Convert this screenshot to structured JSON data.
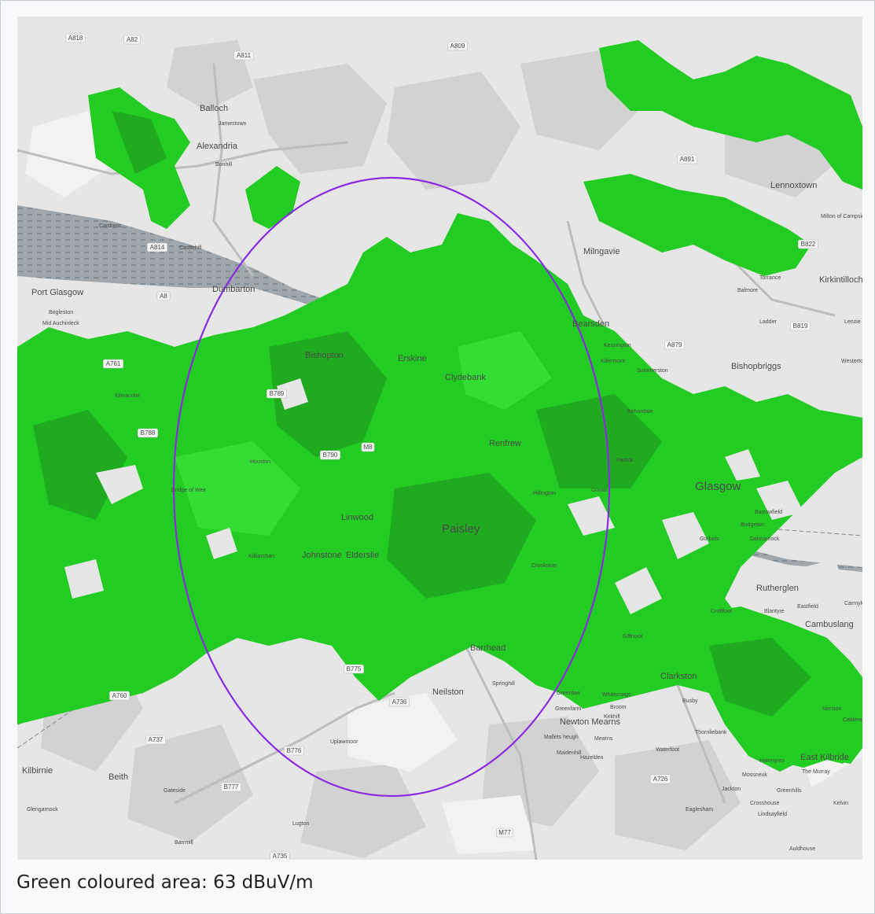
{
  "caption": "Green coloured area: 63 dBuV/m",
  "legend": {
    "field_strength": "63 dBuV/m",
    "coverage_color": "#22cc22"
  },
  "ellipse": {
    "color": "#8a2be2"
  },
  "places": [
    {
      "name": "Balloch",
      "tier": 2
    },
    {
      "name": "Alexandria",
      "tier": 2
    },
    {
      "name": "Bonhill",
      "tier": 3
    },
    {
      "name": "Dumbarton",
      "tier": 2
    },
    {
      "name": "Port Glasgow",
      "tier": 2
    },
    {
      "name": "Bogleston",
      "tier": 3
    },
    {
      "name": "Mid Auchinleck",
      "tier": 3
    },
    {
      "name": "Bishopton",
      "tier": 2
    },
    {
      "name": "Erskine",
      "tier": 2
    },
    {
      "name": "Clydebank",
      "tier": 2
    },
    {
      "name": "Milngavie",
      "tier": 2
    },
    {
      "name": "Bearsden",
      "tier": 2
    },
    {
      "name": "Renfrew",
      "tier": 2
    },
    {
      "name": "Linwood",
      "tier": 2
    },
    {
      "name": "Paisley",
      "tier": 1
    },
    {
      "name": "Johnstone",
      "tier": 2
    },
    {
      "name": "Elderslie",
      "tier": 2
    },
    {
      "name": "Glasgow",
      "tier": 1
    },
    {
      "name": "Rutherglen",
      "tier": 2
    },
    {
      "name": "Cambuslang",
      "tier": 2
    },
    {
      "name": "Bishopbriggs",
      "tier": 2
    },
    {
      "name": "Lennoxtown",
      "tier": 2
    },
    {
      "name": "Kirkintilloch",
      "tier": 2
    },
    {
      "name": "Barrhead",
      "tier": 2
    },
    {
      "name": "Neilston",
      "tier": 2
    },
    {
      "name": "Newton Mearns",
      "tier": 2
    },
    {
      "name": "Clarkston",
      "tier": 2
    },
    {
      "name": "East Kilbride",
      "tier": 2
    },
    {
      "name": "Kilbirnie",
      "tier": 2
    },
    {
      "name": "Beith",
      "tier": 2
    },
    {
      "name": "Kilmacolm",
      "tier": 3
    },
    {
      "name": "Houston",
      "tier": 3
    },
    {
      "name": "Bridge of Weir",
      "tier": 3
    },
    {
      "name": "Kilbarchan",
      "tier": 3
    },
    {
      "name": "Hillington",
      "tier": 3
    },
    {
      "name": "Govan",
      "tier": 3
    },
    {
      "name": "Giffnock",
      "tier": 3
    },
    {
      "name": "Eaglesham",
      "tier": 3
    },
    {
      "name": "Uplawmoor",
      "tier": 3
    },
    {
      "name": "Lugton",
      "tier": 3
    },
    {
      "name": "Gateside",
      "tier": 3
    },
    {
      "name": "Barrmill",
      "tier": 3
    },
    {
      "name": "Busby",
      "tier": 3
    },
    {
      "name": "Thornliebank",
      "tier": 3
    },
    {
      "name": "Milton of Campsie",
      "tier": 3
    },
    {
      "name": "Torrance",
      "tier": 3
    },
    {
      "name": "Balmore",
      "tier": 3
    },
    {
      "name": "Glengarnock",
      "tier": 3
    },
    {
      "name": "Cardross",
      "tier": 3
    },
    {
      "name": "Castlehill",
      "tier": 3
    },
    {
      "name": "Jamestown",
      "tier": 3
    },
    {
      "name": "Crosshouse",
      "tier": 3
    },
    {
      "name": "Greenhills",
      "tier": 3
    },
    {
      "name": "Kelvin",
      "tier": 3
    },
    {
      "name": "Auldhouse",
      "tier": 3
    },
    {
      "name": "Lindsayfield",
      "tier": 3
    },
    {
      "name": "Waterfoot",
      "tier": 3
    },
    {
      "name": "Mossneuk",
      "tier": 3
    },
    {
      "name": "Jackton",
      "tier": 3
    },
    {
      "name": "Hazelden",
      "tier": 3
    },
    {
      "name": "Maidenhill",
      "tier": 3
    },
    {
      "name": "Mearns",
      "tier": 3
    },
    {
      "name": "Greenfarm",
      "tier": 3
    },
    {
      "name": "Broom",
      "tier": 3
    },
    {
      "name": "Kirkhill",
      "tier": 3
    },
    {
      "name": "Mallets heugh",
      "tier": 3
    },
    {
      "name": "Springhill",
      "tier": 3
    },
    {
      "name": "Greenlaw",
      "tier": 3
    },
    {
      "name": "Westerton",
      "tier": 3
    },
    {
      "name": "Summerston",
      "tier": 3
    },
    {
      "name": "Kessington",
      "tier": 3
    },
    {
      "name": "Killermont",
      "tier": 3
    },
    {
      "name": "Lenzie",
      "tier": 3
    },
    {
      "name": "Ladder",
      "tier": 3
    },
    {
      "name": "Croftfoot",
      "tier": 3
    },
    {
      "name": "Carmyle",
      "tier": 3
    },
    {
      "name": "Eastfield",
      "tier": 3
    },
    {
      "name": "Blantyre",
      "tier": 3
    },
    {
      "name": "Nerston",
      "tier": 3
    },
    {
      "name": "Calderwood",
      "tier": 3
    },
    {
      "name": "Hairmyres",
      "tier": 3
    },
    {
      "name": "The Murray",
      "tier": 3
    },
    {
      "name": "Whitecraigs",
      "tier": 3
    },
    {
      "name": "Crookston",
      "tier": 3
    },
    {
      "name": "Barrowfield",
      "tier": 3
    },
    {
      "name": "Dalmarnock",
      "tier": 3
    },
    {
      "name": "Bridgeton",
      "tier": 3
    },
    {
      "name": "Gorbals",
      "tier": 3
    },
    {
      "name": "Partick",
      "tier": 3
    },
    {
      "name": "Kelvindale",
      "tier": 3
    }
  ],
  "roads": [
    "A818",
    "A82",
    "A811",
    "A809",
    "A891",
    "A814",
    "A8",
    "A761",
    "B789",
    "B788",
    "B790",
    "M8",
    "B775",
    "A736",
    "B776",
    "B777",
    "A737",
    "A760",
    "M77",
    "A726",
    "B819",
    "A879",
    "B822",
    "A735"
  ]
}
